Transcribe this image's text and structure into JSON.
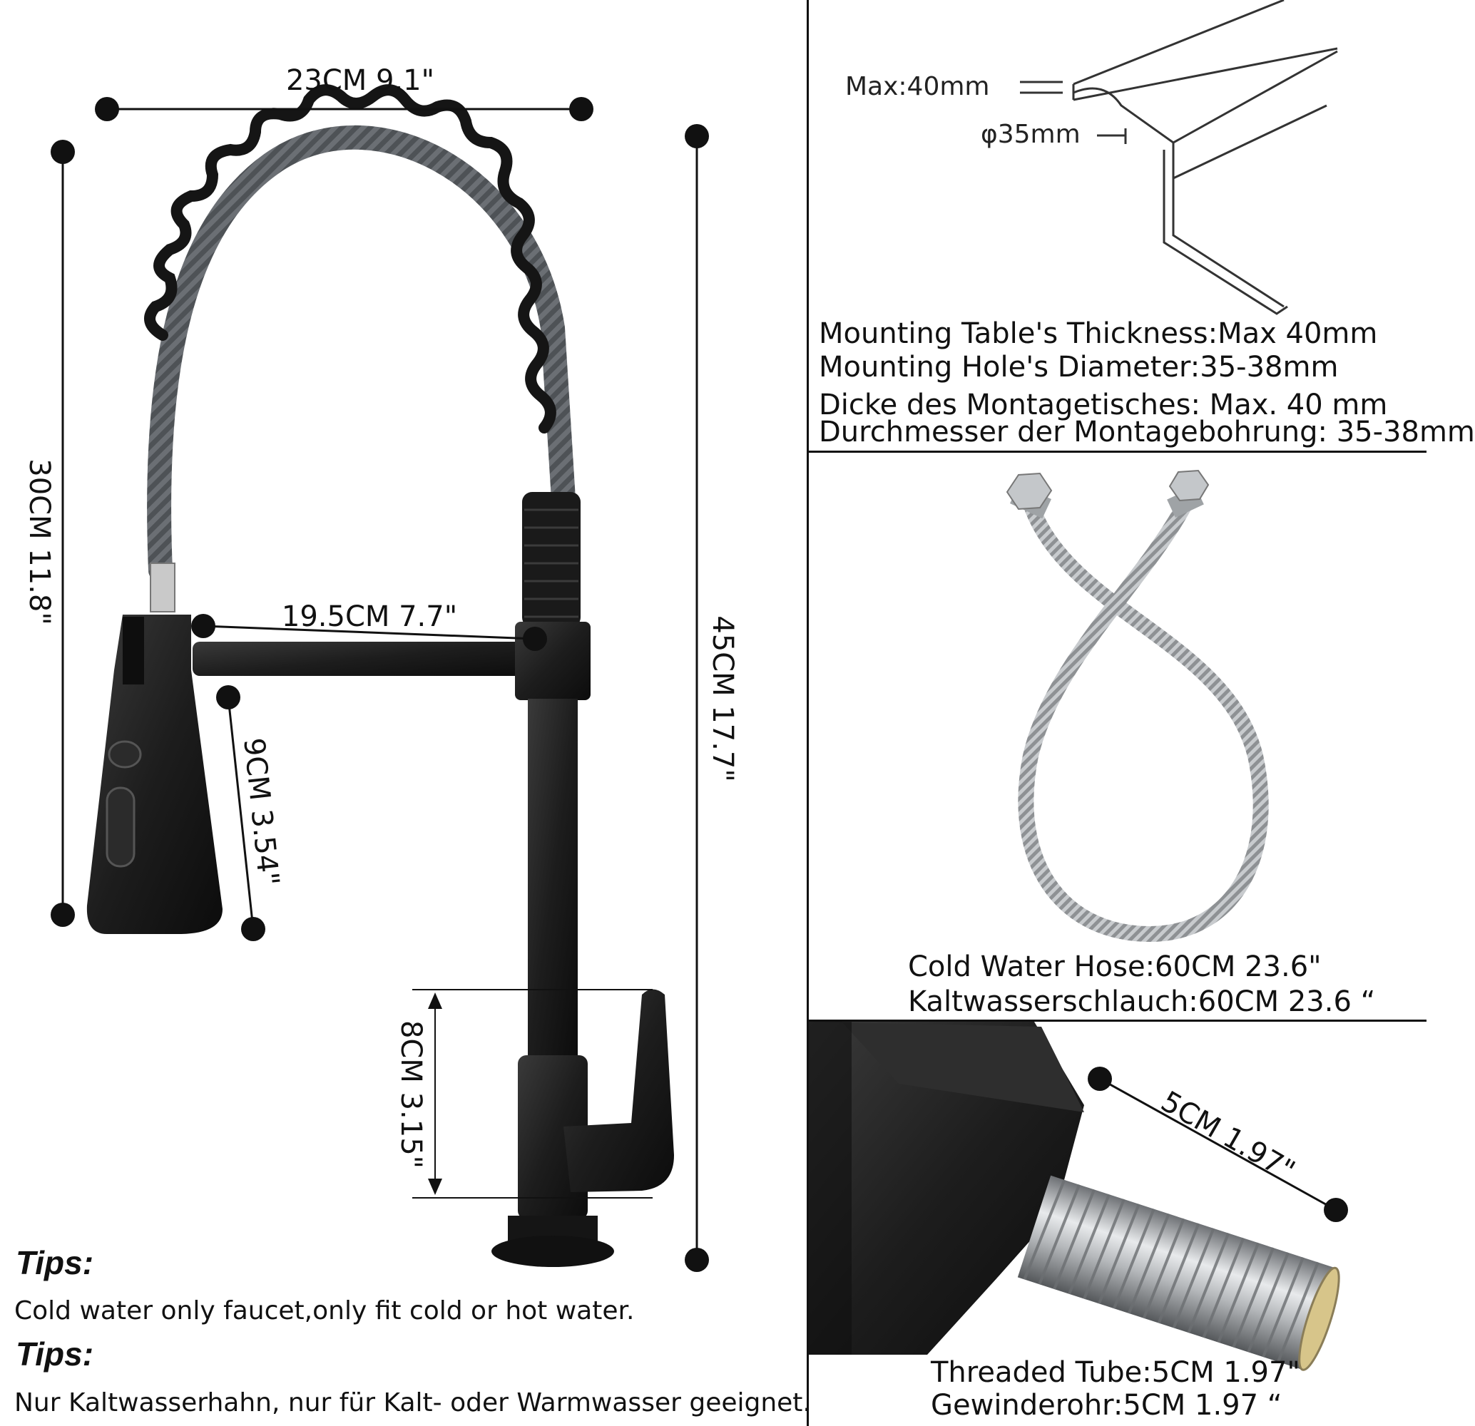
{
  "faucet": {
    "width_label": "23CM 9.1\"",
    "spray_height_label": "30CM 11.8\"",
    "spout_reach_label": "19.5CM 7.7\"",
    "head_length_label": "9CM 3.54\"",
    "total_height_label": "45CM 17.7\"",
    "handle_height_label": "8CM 3.15\""
  },
  "mounting": {
    "max_label": "Max:40mm",
    "hole_label": "φ35mm",
    "lines": [
      "Mounting Table's Thickness:Max 40mm",
      "Mounting Hole's Diameter:35-38mm",
      "Dicke des Montagetisches: Max. 40 mm",
      "Durchmesser der Montagebohrung: 35-38mm"
    ]
  },
  "hose": {
    "lines": [
      "Cold Water Hose:60CM 23.6\"",
      "Kaltwasserschlauch:60CM 23.6 “"
    ]
  },
  "tube": {
    "dim_label": "5CM 1.97\"",
    "lines": [
      "Threaded Tube:5CM 1.97\"",
      "Gewinderohr:5CM 1.97 “"
    ]
  },
  "tips": [
    {
      "title": "Tips:",
      "body": "Cold water only faucet,only fit cold or hot water."
    },
    {
      "title": "Tips:",
      "body": "Nur Kaltwasserhahn, nur für Kalt- oder Warmwasser geeignet."
    }
  ],
  "colors": {
    "faucet": "#1c1c1c",
    "hose_gray": "#6b6f74",
    "steel": "#b9bcbf"
  }
}
